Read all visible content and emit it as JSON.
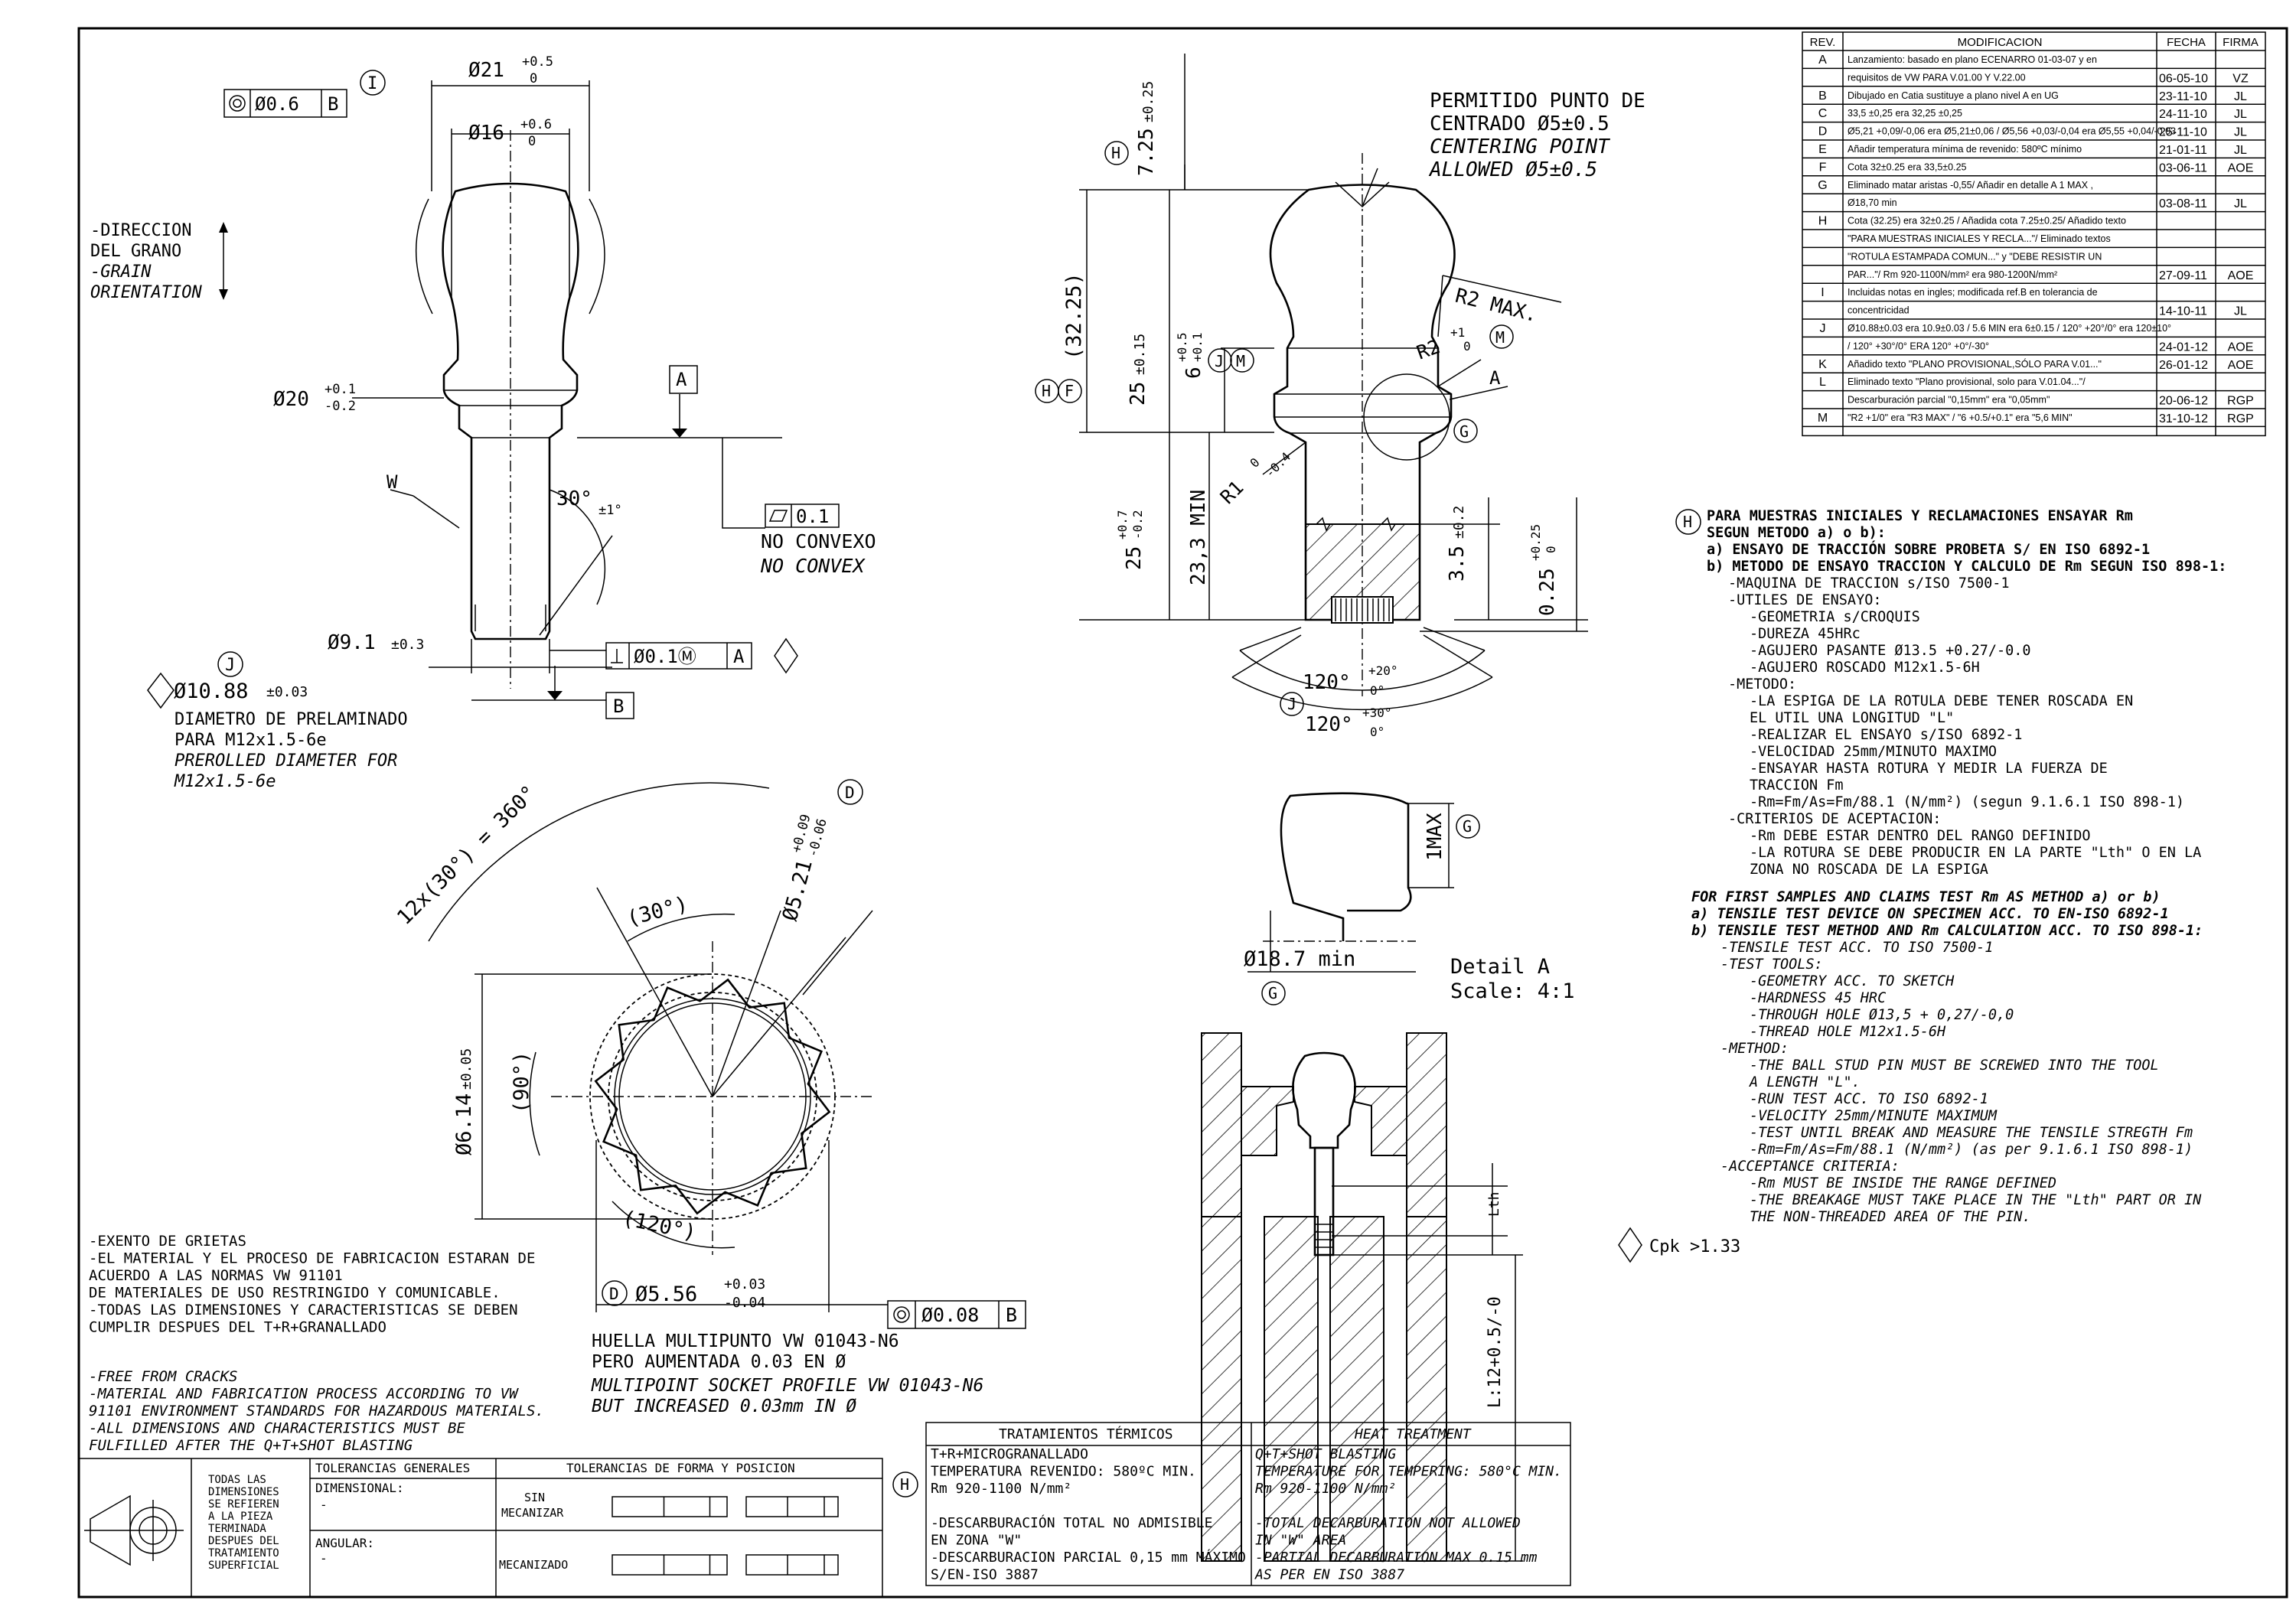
{
  "rev_table": {
    "headers": [
      "REV.",
      "MODIFICACION",
      "FECHA",
      "FIRMA"
    ],
    "rows": [
      {
        "rev": "A",
        "mod": "Lanzamiento: basado en plano ECENARRO 01-03-07 y en",
        "fecha": "",
        "firma": ""
      },
      {
        "rev": "",
        "mod": "requisitos de VW PARA V.01.00 Y V.22.00",
        "fecha": "06-05-10",
        "firma": "VZ"
      },
      {
        "rev": "B",
        "mod": "Dibujado en Catia sustituye a plano nivel A en UG",
        "fecha": "23-11-10",
        "firma": "JL"
      },
      {
        "rev": "C",
        "mod": "33,5 ±0,25 era 32,25 ±0,25",
        "fecha": "24-11-10",
        "firma": "JL"
      },
      {
        "rev": "D",
        "mod": "Ø5,21 +0,09/-0,06 era Ø5,21±0,06 / Ø5,56 +0,03/-0,04 era Ø5,55 +0,04/-0,03",
        "fecha": "25-11-10",
        "firma": "JL"
      },
      {
        "rev": "E",
        "mod": "Añadir temperatura mínima de revenido: 580ºC mínimo",
        "fecha": "21-01-11",
        "firma": "JL"
      },
      {
        "rev": "F",
        "mod": "Cota 32±0.25 era 33,5±0.25",
        "fecha": "03-06-11",
        "firma": "AOE"
      },
      {
        "rev": "G",
        "mod": "Eliminado matar aristas -0,55/ Añadir en detalle A 1 MAX ,",
        "fecha": "",
        "firma": ""
      },
      {
        "rev": "",
        "mod": "Ø18,70 min",
        "fecha": "03-08-11",
        "firma": "JL"
      },
      {
        "rev": "H",
        "mod": "Cota (32.25) era 32±0.25 / Añadida cota 7.25±0.25/ Añadido texto",
        "fecha": "",
        "firma": ""
      },
      {
        "rev": "",
        "mod": "\"PARA MUESTRAS INICIALES Y RECLA...\"/ Eliminado textos",
        "fecha": "",
        "firma": ""
      },
      {
        "rev": "",
        "mod": "\"ROTULA ESTAMPADA COMUN...\" y \"DEBE RESISTIR UN",
        "fecha": "",
        "firma": ""
      },
      {
        "rev": "",
        "mod": "PAR...\"/ Rm 920-1100N/mm² era 980-1200N/mm²",
        "fecha": "27-09-11",
        "firma": "AOE"
      },
      {
        "rev": "I",
        "mod": "Incluidas notas en ingles; modificada ref.B en tolerancia de",
        "fecha": "",
        "firma": ""
      },
      {
        "rev": "",
        "mod": "concentricidad",
        "fecha": "14-10-11",
        "firma": "JL"
      },
      {
        "rev": "J",
        "mod": "Ø10.88±0.03 era 10.9±0.03 / 5.6 MIN era 6±0.15 /  120° +20°/0° era 120±10°",
        "fecha": "",
        "firma": ""
      },
      {
        "rev": "",
        "mod": "/ 120° +30°/0° ERA 120° +0°/-30°",
        "fecha": "24-01-12",
        "firma": "AOE"
      },
      {
        "rev": "K",
        "mod": "Añadido texto \"PLANO PROVISIONAL,SÓLO PARA V.01...\"",
        "fecha": "26-01-12",
        "firma": "AOE"
      },
      {
        "rev": "L",
        "mod": "Eliminado texto \"Plano provisional, solo para V.01.04...\"/",
        "fecha": "",
        "firma": ""
      },
      {
        "rev": "",
        "mod": "Descarburación  parcial \"0,15mm\" era \"0,05mm\"",
        "fecha": "20-06-12",
        "firma": "RGP"
      },
      {
        "rev": "M",
        "mod": "\"R2 +1/0\" era \"R3 MAX\" / \"6 +0.5/+0.1\" era \"5,6 MIN\"",
        "fecha": "31-10-12",
        "firma": "RGP"
      }
    ]
  },
  "left_view": {
    "d21": "Ø21",
    "d21_tol_up": "+0.5",
    "d21_tol_lo": "0",
    "d16": "Ø16",
    "d16_tol_up": "+0.6",
    "d16_tol_lo": "0",
    "d20": "Ø20",
    "d20_tol_up": "+0.1",
    "d20_tol_lo": "-0.2",
    "d91": "Ø9.1",
    "d91_tol": "±0.3",
    "angle30": "30°",
    "angle30_tol": "±1°",
    "w_label": "W",
    "concentric_frame": [
      "Ø0.6",
      "B"
    ],
    "perp_frame": [
      "Ø0.1Ⓜ",
      "A"
    ],
    "flat_frame": [
      "0.1"
    ],
    "datum_a": "A",
    "datum_b": "B",
    "balloon_i": "I",
    "balloon_j": "J",
    "grain_es_1": "-DIRECCION",
    "grain_es_2": " DEL GRANO",
    "grain_en_1": "-GRAIN",
    "grain_en_2": " ORIENTATION",
    "no_convexo": "NO CONVEXO",
    "no_convex": "NO CONVEX",
    "d1088": "Ø10.88",
    "d1088_tol": "±0.03",
    "prelam_1": "DIAMETRO DE PRELAMINADO",
    "prelam_2": "PARA M12x1.5-6e",
    "prelam_en_1": "PREROLLED DIAMETER FOR",
    "prelam_en_2": "M12x1.5-6e"
  },
  "center_view": {
    "permit_1": "PERMITIDO PUNTO DE",
    "permit_2": "CENTRADO Ø5±0.5",
    "permit_en_1": "CENTERING POINT",
    "permit_en_2": "ALLOWED Ø5±0.5",
    "r2max": "R2 MAX.",
    "r2": "R2",
    "r2_tol_up": "+1",
    "r2_tol_lo": "0",
    "r1": "R1",
    "r1_tol_up": "0",
    "r1_tol_lo": "-0.4",
    "d725": "7.25",
    "d725_tol": "±0.25",
    "d3225": "(32.25)",
    "d25_015": "25",
    "d25_015_tol": "±0.15",
    "d6": "6",
    "d6_tol_up": "+0.5",
    "d6_tol_lo": "+0.1",
    "d25": "25",
    "d25_tol_up": "+0.7",
    "d25_tol_lo": "-0.2",
    "d233": "23,3 MIN",
    "d35": "3.5",
    "d35_tol": "±0.2",
    "d025": "0.25",
    "d025_tol_up": "+0.25",
    "d025_tol_lo": "0",
    "a120a": "120°",
    "a120a_tol_up": "+20°",
    "a120a_tol_lo": "0°",
    "a120b": "120°",
    "a120b_tol_up": "+30°",
    "a120b_tol_lo": "0°",
    "label_a": "A",
    "bal_h": "H",
    "bal_f": "F",
    "bal_j": "J",
    "bal_m": "M",
    "bal_g": "G"
  },
  "detail_a": {
    "one_max": "1MAX",
    "d187": "Ø18.7 min",
    "title_1": "Detail A",
    "title_2": "Scale:  4:1",
    "bal_g": "G"
  },
  "socket": {
    "angle_total": "12x(30°) = 360°",
    "a30": "(30°)",
    "a90": "(90°)",
    "a120": "(120°)",
    "d521": "Ø5.21",
    "d521_tol_up": "+0.09",
    "d521_tol_lo": "-0.06",
    "d614": "Ø6.14",
    "d614_tol": "±0.05",
    "d556": "Ø5.56",
    "d556_tol_up": "+0.03",
    "d556_tol_lo": "-0.04",
    "concentric_frame": [
      "Ø0.08",
      "B"
    ],
    "bal_d": "D",
    "cap_1": "HUELLA MULTIPUNTO VW 01043-N6",
    "cap_2": "PERO AUMENTADA 0.03 EN Ø",
    "cap_en_1": "MULTIPOINT SOCKET PROFILE VW 01043-N6",
    "cap_en_2": "BUT INCREASED 0.03mm IN Ø"
  },
  "fixture": {
    "lth": "Lth",
    "l_label": "L:12+0.5/-0"
  },
  "notes_es": [
    "-EXENTO DE GRIETAS",
    "-EL MATERIAL Y EL PROCESO DE FABRICACION ESTARAN DE",
    " ACUERDO A LAS NORMAS VW 91101",
    " DE MATERIALES DE USO RESTRINGIDO Y COMUNICABLE.",
    "-TODAS LAS DIMENSIONES Y CARACTERISTICAS SE DEBEN",
    "CUMPLIR DESPUES DEL T+R+GRANALLADO"
  ],
  "notes_en": [
    "-FREE FROM CRACKS",
    "-MATERIAL AND FABRICATION PROCESS ACCORDING TO VW",
    " 91101 ENVIRONMENT STANDARDS FOR HAZARDOUS MATERIALS.",
    "-ALL DIMENSIONS AND CHARACTERISTICS MUST BE",
    "FULFILLED AFTER THE Q+T+SHOT BLASTING"
  ],
  "test_es": [
    {
      "t": "PARA MUESTRAS INICIALES Y RECLAMACIONES ENSAYAR Rm",
      "i": 0,
      "b": true
    },
    {
      "t": "SEGUN METODO a) o b):",
      "i": 0,
      "b": true
    },
    {
      "t": "a) ENSAYO DE TRACCIÓN SOBRE PROBETA S/ EN ISO 6892-1",
      "i": 0,
      "b": true
    },
    {
      "t": "b) METODO DE ENSAYO TRACCION Y CALCULO DE Rm SEGUN ISO 898-1:",
      "i": 0,
      "b": true
    },
    {
      "t": "-MAQUINA DE TRACCION s/ISO 7500-1",
      "i": 1,
      "b": false
    },
    {
      "t": "-UTILES DE ENSAYO:",
      "i": 1,
      "b": false
    },
    {
      "t": "-GEOMETRIA s/CROQUIS",
      "i": 2,
      "b": false
    },
    {
      "t": "-DUREZA 45HRc",
      "i": 2,
      "b": false
    },
    {
      "t": "-AGUJERO PASANTE Ø13.5 +0.27/-0.0",
      "i": 2,
      "b": false
    },
    {
      "t": "-AGUJERO ROSCADO M12x1.5-6H",
      "i": 2,
      "b": false
    },
    {
      "t": "-METODO:",
      "i": 1,
      "b": false
    },
    {
      "t": "-LA ESPIGA DE LA ROTULA DEBE TENER ROSCADA EN",
      "i": 2,
      "b": false
    },
    {
      "t": " EL UTIL UNA LONGITUD \"L\"",
      "i": 2,
      "b": false
    },
    {
      "t": "-REALIZAR EL ENSAYO s/ISO 6892-1",
      "i": 2,
      "b": false
    },
    {
      "t": "-VELOCIDAD 25mm/MINUTO MAXIMO",
      "i": 2,
      "b": false
    },
    {
      "t": "-ENSAYAR HASTA ROTURA Y MEDIR LA FUERZA DE",
      "i": 2,
      "b": false
    },
    {
      "t": " TRACCION Fm",
      "i": 2,
      "b": false
    },
    {
      "t": "-Rm=Fm/As=Fm/88.1 (N/mm²) (segun 9.1.6.1 ISO 898-1)",
      "i": 2,
      "b": false
    },
    {
      "t": "-CRITERIOS DE ACEPTACION:",
      "i": 1,
      "b": false
    },
    {
      "t": "-Rm DEBE ESTAR DENTRO DEL RANGO DEFINIDO",
      "i": 2,
      "b": false
    },
    {
      "t": "-LA ROTURA SE DEBE PRODUCIR EN LA PARTE \"Lth\" O EN LA",
      "i": 2,
      "b": false
    },
    {
      "t": " ZONA NO ROSCADA DE LA ESPIGA",
      "i": 2,
      "b": false
    }
  ],
  "test_en": [
    {
      "t": "FOR FIRST SAMPLES AND CLAIMS TEST Rm AS METHOD a) or b)",
      "i": 0,
      "b": true
    },
    {
      "t": "a) TENSILE TEST DEVICE ON SPECIMEN ACC. TO EN-ISO 6892-1",
      "i": 0,
      "b": true
    },
    {
      "t": "b) TENSILE TEST METHOD AND Rm CALCULATION ACC. TO ISO 898-1:",
      "i": 0,
      "b": true
    },
    {
      "t": "-TENSILE TEST ACC. TO ISO 7500-1",
      "i": 1,
      "b": false
    },
    {
      "t": "-TEST TOOLS:",
      "i": 1,
      "b": false
    },
    {
      "t": "-GEOMETRY ACC. TO SKETCH",
      "i": 2,
      "b": false
    },
    {
      "t": "-HARDNESS 45 HRC",
      "i": 2,
      "b": false
    },
    {
      "t": "-THROUGH HOLE Ø13,5 + 0,27/-0,0",
      "i": 2,
      "b": false
    },
    {
      "t": "-THREAD HOLE M12x1.5-6H",
      "i": 2,
      "b": false
    },
    {
      "t": "-METHOD:",
      "i": 1,
      "b": false
    },
    {
      "t": "-THE BALL STUD PIN MUST BE SCREWED INTO THE TOOL",
      "i": 2,
      "b": false
    },
    {
      "t": " A LENGTH \"L\".",
      "i": 2,
      "b": false
    },
    {
      "t": "-RUN TEST ACC. TO ISO 6892-1",
      "i": 2,
      "b": false
    },
    {
      "t": "-VELOCITY 25mm/MINUTE MAXIMUM",
      "i": 2,
      "b": false
    },
    {
      "t": "-TEST UNTIL BREAK AND MEASURE THE TENSILE STREGTH Fm",
      "i": 2,
      "b": false
    },
    {
      "t": "-Rm=Fm/As=Fm/88.1 (N/mm²) (as per 9.1.6.1 ISO 898-1)",
      "i": 2,
      "b": false
    },
    {
      "t": "-ACCEPTANCE CRITERIA:",
      "i": 1,
      "b": false
    },
    {
      "t": "-Rm MUST BE INSIDE THE RANGE DEFINED",
      "i": 2,
      "b": false
    },
    {
      "t": "-THE BREAKAGE MUST TAKE PLACE IN THE \"Lth\" PART OR IN",
      "i": 2,
      "b": false
    },
    {
      "t": " THE NON-THREADED AREA OF THE PIN.",
      "i": 2,
      "b": false
    }
  ],
  "test_bal": "H",
  "cpk": "Cpk >1.33",
  "title_block": {
    "todas": [
      "TODAS LAS",
      "DIMENSIONES",
      "SE REFIEREN",
      "A LA PIEZA",
      "TERMINADA",
      "DESPUES DEL",
      "TRATAMIENTO",
      "SUPERFICIAL"
    ],
    "tol_gen": "TOLERANCIAS GENERALES",
    "tol_forma": "TOLERANCIAS DE FORMA Y POSICION",
    "dimensional": "DIMENSIONAL:",
    "dim_val": "-",
    "angular": "ANGULAR:",
    "ang_val": "-",
    "sin": "SIN",
    "mecanizar": "MECANIZAR",
    "mecanizado": "MECANIZADO"
  },
  "heat_table": {
    "h_es": "TRATAMIENTOS TÉRMICOS",
    "h_en": "HEAT TREATMENT",
    "es": [
      "T+R+MICROGRANALLADO",
      "TEMPERATURA REVENIDO: 580ºC MIN.",
      "Rm 920-1100 N/mm²",
      "",
      "-DESCARBURACIÓN TOTAL NO ADMISIBLE",
      " EN ZONA \"W\"",
      "-DESCARBURACION PARCIAL 0,15 mm MÁXIMO",
      " S/EN-ISO 3887"
    ],
    "en": [
      "Q+T+SHOT BLASTING",
      "TEMPERATURE FOR TEMPERING: 580°C MIN.",
      "Rm 920-1100 N/mm²",
      "",
      "-TOTAL DECARBURATION  NOT ALLOWED",
      " IN \"W\" AREA",
      "-PARTIAL DECARBURATION MAX 0.15 mm",
      " AS PER EN ISO 3887"
    ],
    "bal": "H"
  }
}
